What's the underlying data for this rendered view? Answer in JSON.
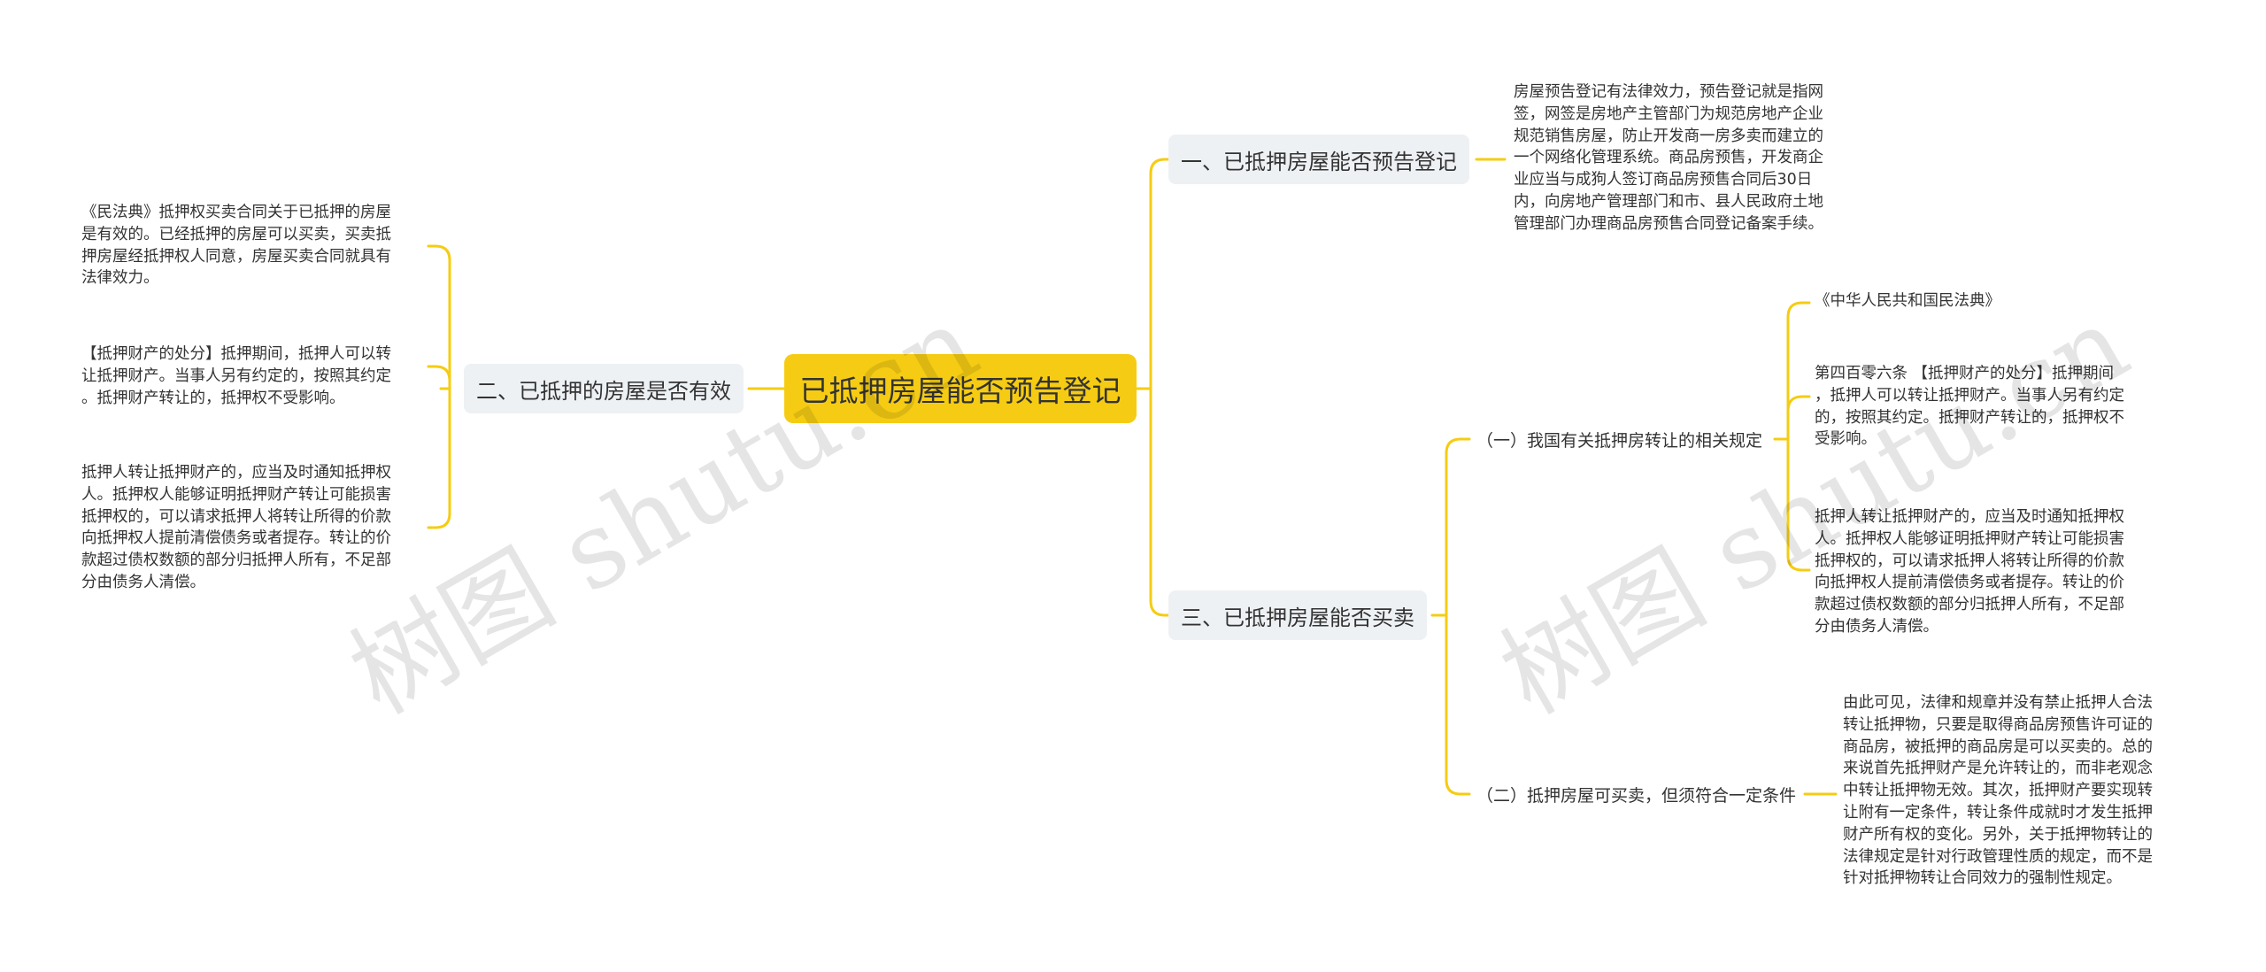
{
  "root": {
    "label": "已抵押房屋能否预告登记"
  },
  "branches": {
    "b1": {
      "label": "一、已抵押房屋能否预告登记",
      "text": "房屋预告登记有法律效力，预告登记就是指网\n签，网签是房地产主管部门为规范房地产企业\n规范销售房屋，防止开发商一房多卖而建立的\n一个网络化管理系统。商品房预售，开发商企\n业应当与成狗人签订商品房预售合同后30日\n内，向房地产管理部门和市、县人民政府土地\n管理部门办理商品房预售合同登记备案手续。"
    },
    "b2": {
      "label": "二、已抵押的房屋是否有效",
      "leaves": [
        "《民法典》抵押权买卖合同关于已抵押的房屋\n是有效的。已经抵押的房屋可以买卖，买卖抵\n押房屋经抵押权人同意，房屋买卖合同就具有\n法律效力。",
        "【抵押财产的处分】抵押期间，抵押人可以转\n让抵押财产。当事人另有约定的，按照其约定\n。抵押财产转让的，抵押权不受影响。",
        "抵押人转让抵押财产的，应当及时通知抵押权\n人。抵押权人能够证明抵押财产转让可能损害\n抵押权的，可以请求抵押人将转让所得的价款\n向抵押权人提前清偿债务或者提存。转让的价\n款超过债权数额的部分归抵押人所有，不足部\n分由债务人清偿。"
      ]
    },
    "b3": {
      "label": "三、已抵押房屋能否买卖",
      "subs": [
        {
          "label": "（一）我国有关抵押房转让的相关规定",
          "leaves": [
            "《中华人民共和国民法典》",
            "第四百零六条 【抵押财产的处分】抵押期间\n，抵押人可以转让抵押财产。当事人另有约定\n的，按照其约定。抵押财产转让的，抵押权不\n受影响。",
            "抵押人转让抵押财产的，应当及时通知抵押权\n人。抵押权人能够证明抵押财产转让可能损害\n抵押权的，可以请求抵押人将转让所得的价款\n向抵押权人提前清偿债务或者提存。转让的价\n款超过债权数额的部分归抵押人所有，不足部\n分由债务人清偿。"
          ]
        },
        {
          "label": "（二）抵押房屋可买卖，但须符合一定条件",
          "leaves": [
            "由此可见，法律和规章并没有禁止抵押人合法\n转让抵押物，只要是取得商品房预售许可证的\n商品房，被抵押的商品房是可以买卖的。总的\n来说首先抵押财产是允许转让的，而非老观念\n中转让抵押物无效。其次，抵押财产要实现转\n让附有一定条件，转让条件成就时才发生抵押\n财产所有权的变化。另外，关于抵押物转让的\n法律规定是针对行政管理性质的规定，而不是\n针对抵押物转让合同效力的强制性规定。"
          ]
        }
      ]
    }
  },
  "watermark": [
    "树图 shutu.cn",
    "树图 shutu.cn"
  ],
  "colors": {
    "line": "#f5cc13",
    "root": "#f5cc13",
    "branch_bg": "#eef1f4"
  }
}
